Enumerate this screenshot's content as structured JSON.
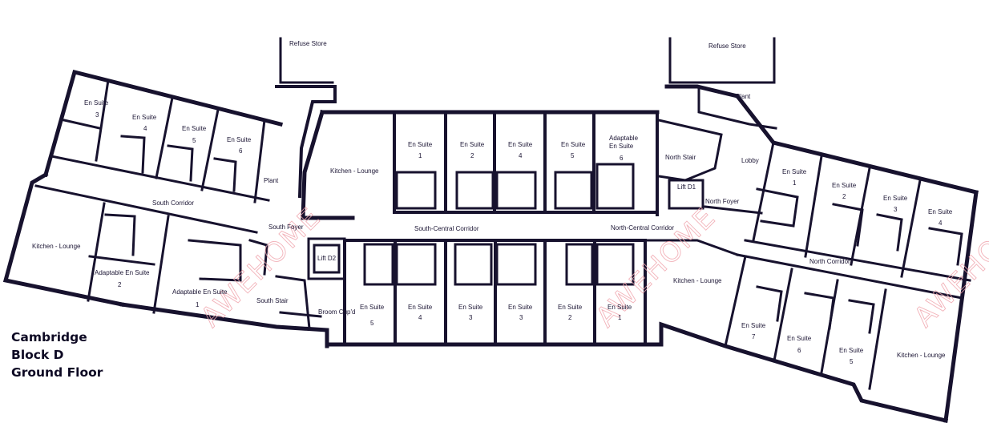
{
  "caption": {
    "line1": "Cambridge",
    "line2": "Block D",
    "line3": "Ground Floor"
  },
  "watermark": "AWEHOME",
  "colors": {
    "wall": "#17122e",
    "label": "#1b1534",
    "watermark": "#f0a6ae"
  },
  "rooms": {
    "refuse_store_west": "Refuse Store",
    "refuse_store_east": "Refuse Store",
    "plant_east": "Plant",
    "plant_west": "Plant",
    "lobby": "Lobby",
    "north_stair": "North Stair",
    "lift_d1": "Lift D1",
    "lift_d2": "Lift D2",
    "north_foyer": "North Foyer",
    "south_foyer": "South Foyer",
    "south_stair": "South Stair",
    "broom_cupd": "Broom Cup'd",
    "south_corridor": "South Corridor",
    "south_central_corridor": "South-Central Corridor",
    "north_central_corridor": "North-Central Corridor",
    "north_corridor": "North Corridor",
    "kitchen_lounge": "Kitchen - Lounge",
    "en_suite": "En Suite",
    "adaptable_en_suite": "Adaptable En Suite",
    "adaptable": "Adaptable",
    "south_wing": {
      "upper": [
        "3",
        "4",
        "5",
        "6"
      ],
      "adaptable": [
        "2",
        "1"
      ]
    },
    "central_upper": [
      "1",
      "2",
      "4",
      "5"
    ],
    "central_upper_adaptable": "6",
    "central_lower": [
      "5",
      "4",
      "3",
      "3",
      "2",
      "1"
    ],
    "north_wing": {
      "upper": [
        "1",
        "2",
        "3",
        "4"
      ],
      "lower": [
        "7",
        "6",
        "5"
      ]
    }
  }
}
